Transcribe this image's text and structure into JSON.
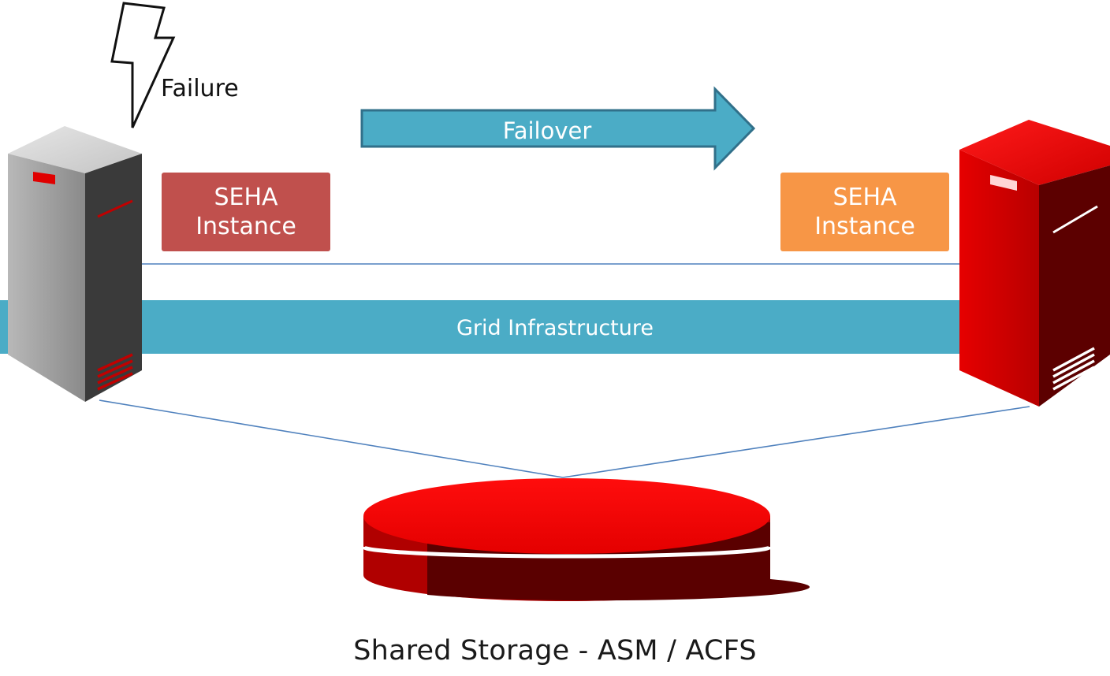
{
  "failure_label": "Failure",
  "failover_label": "Failover",
  "seha_left": {
    "line1": "SEHA",
    "line2": "Instance",
    "color": "#c0504d"
  },
  "seha_right": {
    "line1": "SEHA",
    "line2": "Instance",
    "color": "#f79646"
  },
  "grid_label": "Grid Infrastructure",
  "storage_label": "Shared Storage - ASM / ACFS",
  "colors": {
    "band": "#4bacc6",
    "connector": "#4f81bd",
    "failed_server": "#8c8c8c",
    "active_server": "#c00000",
    "storage": "#e00000"
  },
  "icons": {
    "failure": "lightning-bolt-icon",
    "failed_server": "server-tower-icon",
    "active_server": "server-tower-icon",
    "storage": "disk-storage-icon"
  }
}
